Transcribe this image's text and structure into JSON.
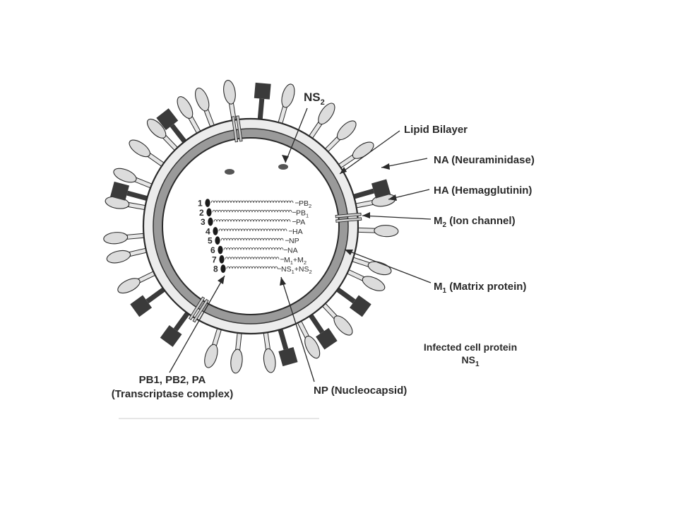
{
  "labels": {
    "ns2": {
      "main": "NS",
      "sub": "2"
    },
    "lipid": "Lipid Bilayer",
    "na": "NA (Neuraminidase)",
    "ha": "HA (Hemagglutinin)",
    "m2": {
      "main": "M",
      "sub": "2",
      "rest": " (Ion channel)"
    },
    "m1": {
      "main": "M",
      "sub": "1",
      "rest": " (Matrix protein)"
    },
    "infected": {
      "line1": "Infected cell protein",
      "line2_main": "NS",
      "line2_sub": "1"
    },
    "pb": {
      "line1": "PB1, PB2, PA",
      "line2": "(Transcriptase complex)"
    },
    "np": "NP (Nucleocapsid)"
  },
  "segments": [
    {
      "num": "1",
      "gene": "PB2"
    },
    {
      "num": "2",
      "gene": "PB1"
    },
    {
      "num": "3",
      "gene": "PA"
    },
    {
      "num": "4",
      "gene": "HA"
    },
    {
      "num": "5",
      "gene": "NP"
    },
    {
      "num": "6",
      "gene": "NA"
    },
    {
      "num": "7",
      "gene": "M1+M2"
    },
    {
      "num": "8",
      "gene": "NS1+NS2"
    }
  ],
  "colors": {
    "ink": "#2a2a2a",
    "matrix": "#9a9a9a",
    "bilayer": "#e9e9e9",
    "spike": "#dcdcdc",
    "na_block": "#3a3a3a"
  }
}
